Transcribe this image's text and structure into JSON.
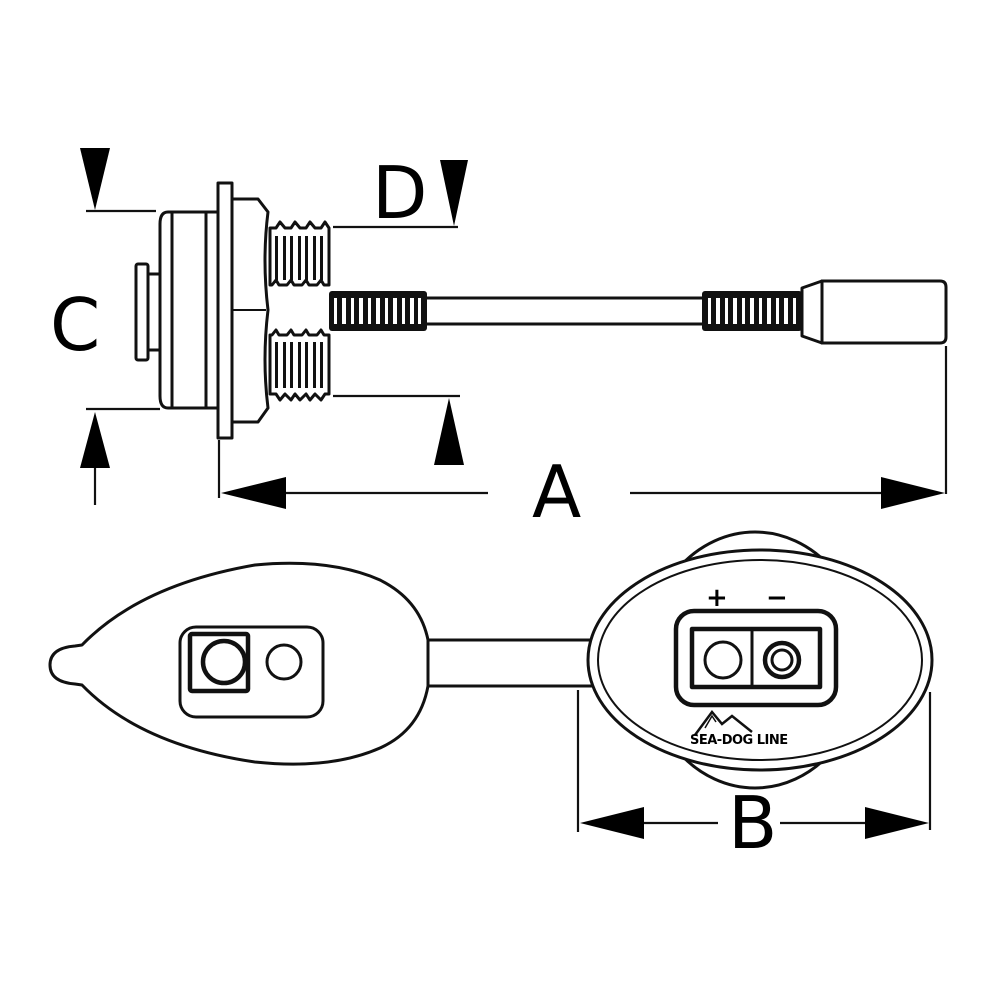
{
  "diagram": {
    "title": "Connector dimension drawing",
    "views": {
      "side_view": "Socket with threaded body, cable and plug",
      "front_view": "Socket cap (open) with terminal face"
    },
    "dimensions": {
      "A": "A",
      "B": "B",
      "C": "C",
      "D": "D"
    },
    "terminal_labels": {
      "positive": "+",
      "negative": "−"
    },
    "logo": {
      "text": "SEA-DOG LINE",
      "icon": "mountain-logo-icon"
    },
    "colors": {
      "line": "#111111",
      "background": "#ffffff"
    }
  }
}
